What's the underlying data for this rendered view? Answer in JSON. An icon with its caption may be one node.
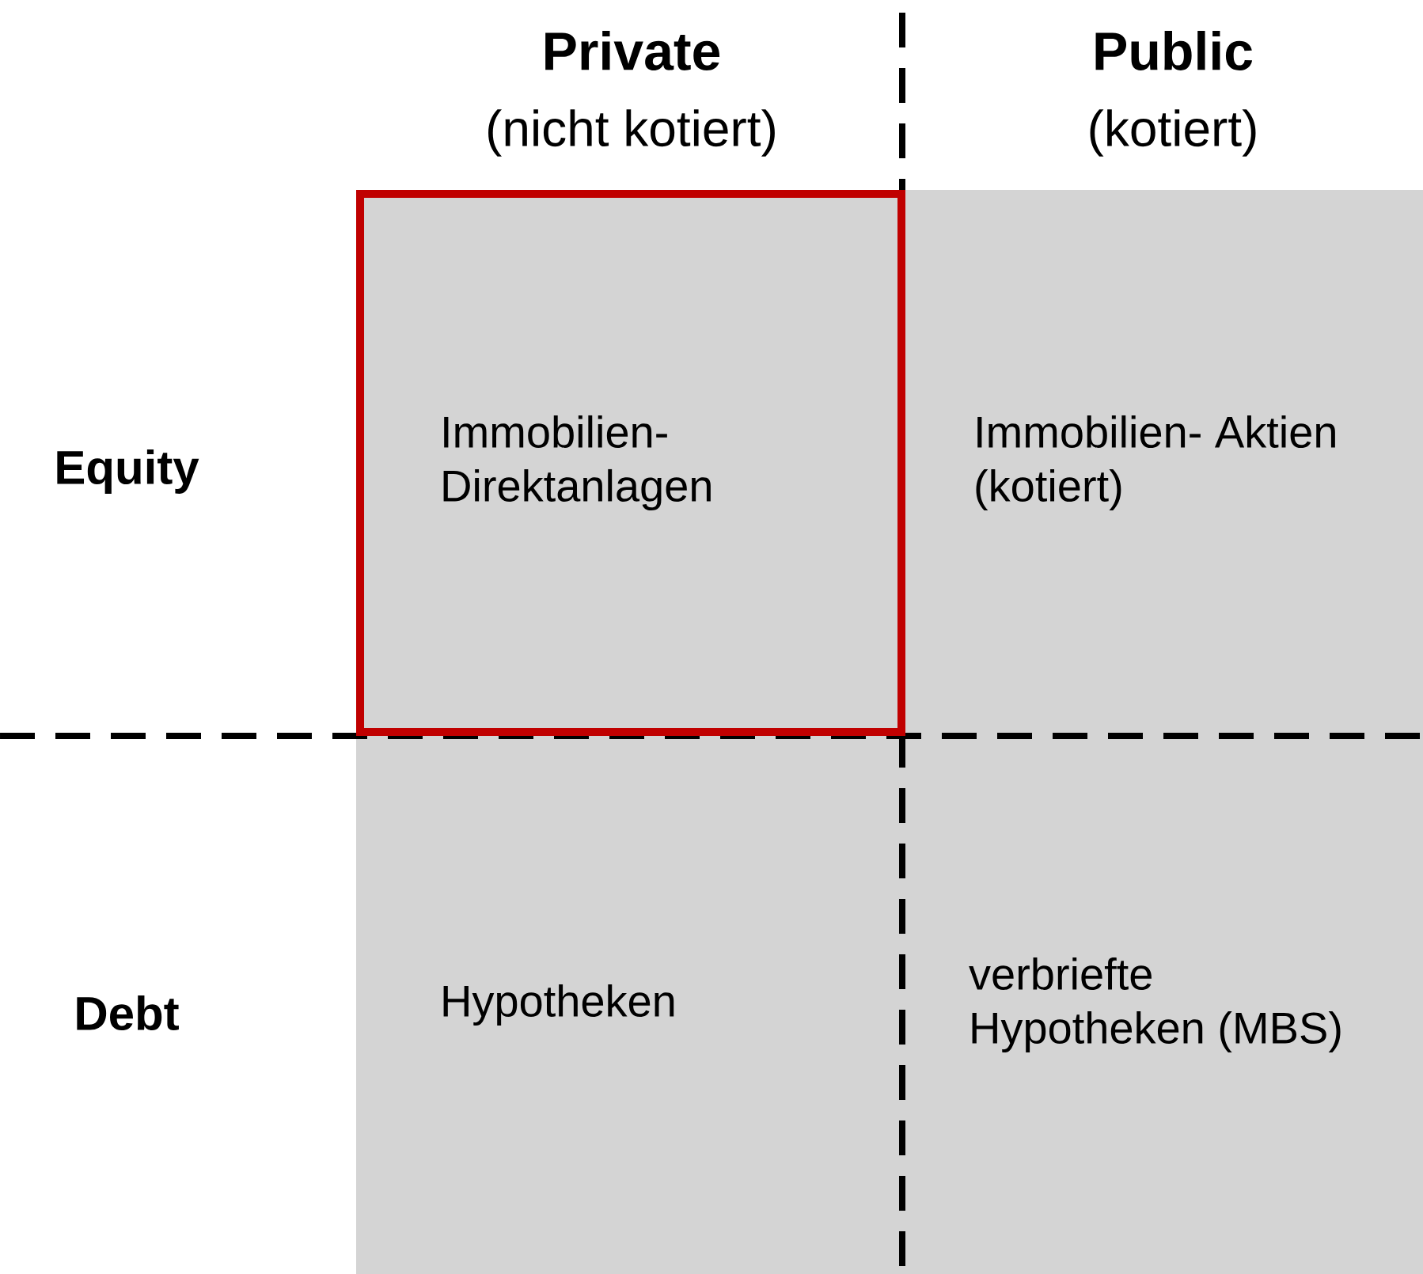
{
  "diagram": {
    "nodes": [
      {
        "text": [
          "Immobilien- Direktanlagen"
        ]
      },
      {
        "text": [
          "Immobilien- Aktien (kotiert)"
        ]
      },
      {
        "text": [
          "Hypotheken"
        ]
      },
      {
        "text": [
          "verbriefte Hypotheken (MBS)"
        ]
      }
    ],
    "labels": [
      "Private",
      "(nicht kotiert)",
      "Public",
      "(kotiert)",
      "Equity",
      "Debt"
    ]
  }
}
